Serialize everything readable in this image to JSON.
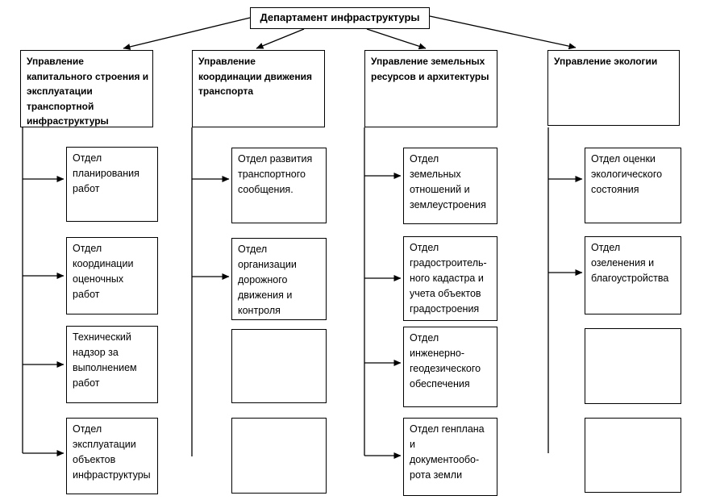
{
  "root": {
    "label": "Департамент инфраструктуры"
  },
  "columns": [
    {
      "title": "Управление\nкапитального строения и\nэксплуатации\nтранспортной\nинфраструктуры",
      "departments": [
        "Отдел\nпланирования\nработ",
        "Отдел\nкоординации\nоценочных\nработ",
        "Технический\nнадзор за\nвыполнением\nработ",
        "Отдел\nэксплуатации\nобъектов\nинфраструктуры"
      ]
    },
    {
      "title": "Управление\nкоординации движения\nтранспорта",
      "departments": [
        "Отдел развития\nтранспортного\nсообщения.",
        "Отдел\nорганизации\nдорожного\nдвижения и\nконтроля",
        "",
        ""
      ]
    },
    {
      "title": "Управление земельных\nресурсов и архитектуры",
      "departments": [
        "Отдел\nземельных\nотношений и\nземлеустроения",
        "Отдел\nградостроитель-\nного кадастра и\nучета объектов\nградостроения",
        "Отдел\nинженерно-\nгеодезического\nобеспечения",
        "Отдел генплана\nи\nдокументообо-\nрота земли"
      ]
    },
    {
      "title": "Управление экологии",
      "departments": [
        "Отдел оценки\nэкологического\nсостояния",
        "Отдел\nозеленения и\nблагоустройства",
        "",
        ""
      ]
    }
  ],
  "colors": {
    "line": "#000000",
    "box_border": "#000000",
    "background": "#ffffff"
  }
}
